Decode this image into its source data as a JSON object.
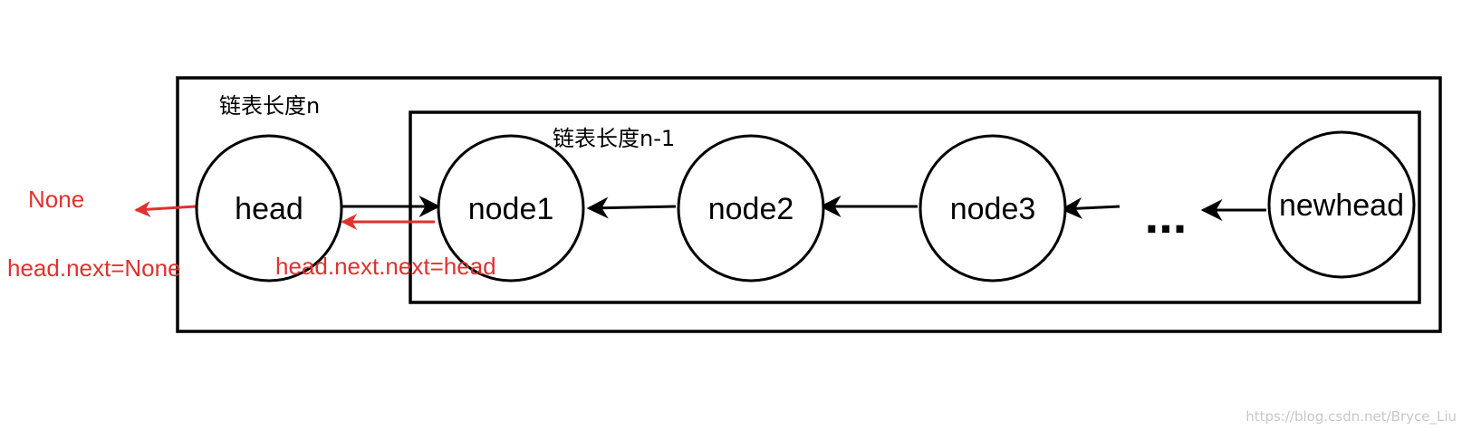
{
  "outer_box": {
    "label": "链表长度n"
  },
  "inner_box": {
    "label": "链表长度n-1"
  },
  "nodes": [
    {
      "id": "head",
      "label": "head"
    },
    {
      "id": "node1",
      "label": "node1"
    },
    {
      "id": "node2",
      "label": "node2"
    },
    {
      "id": "node3",
      "label": "node3"
    },
    {
      "id": "newhead",
      "label": "newhead"
    }
  ],
  "ellipsis": "...",
  "annotations": {
    "none": "None",
    "head_next": "head.next=None",
    "head_next_next": "head.next.next=head"
  },
  "colors": {
    "annotation": "#e0312e",
    "stroke": "#000000"
  },
  "watermark": "https://blog.csdn.net/Bryce_Liu"
}
